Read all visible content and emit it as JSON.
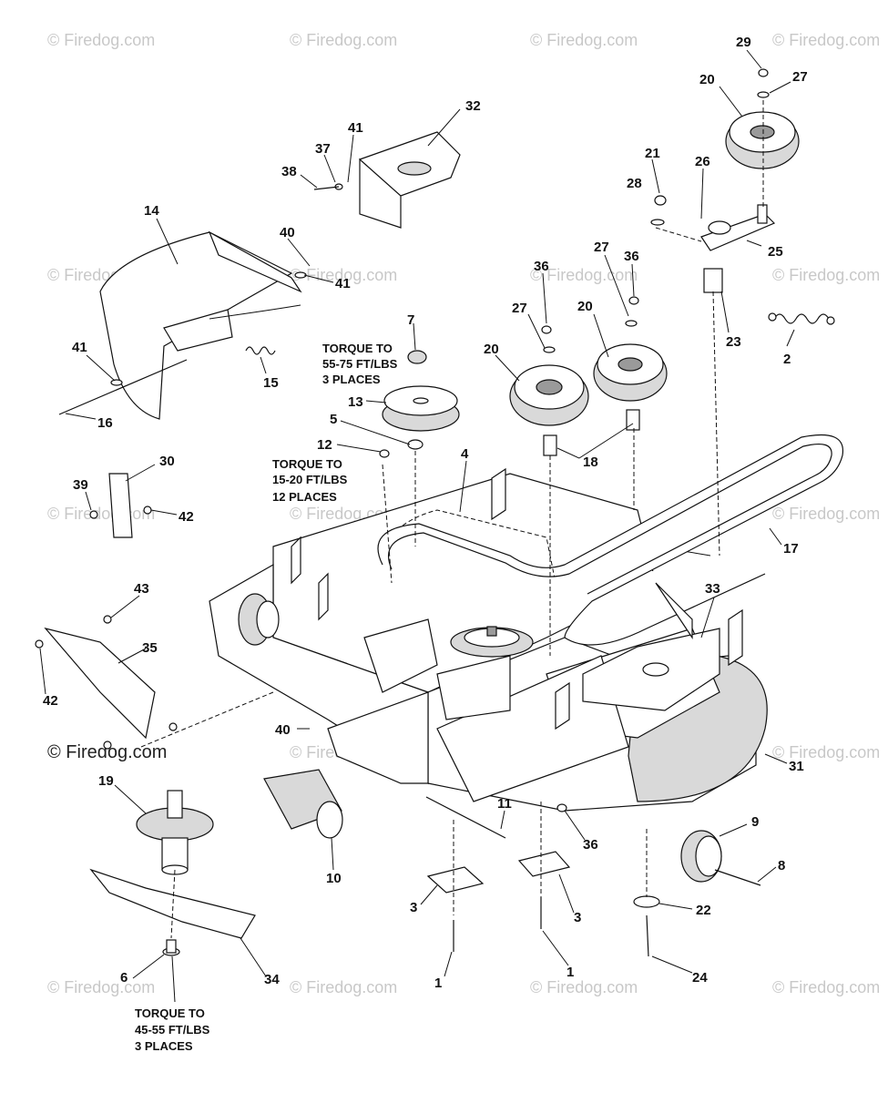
{
  "watermark": {
    "text": "© Firedog.com",
    "main_text": "© Firedog.com"
  },
  "callouts": [
    {
      "id": "c29",
      "label": "29"
    },
    {
      "id": "c27a",
      "label": "27"
    },
    {
      "id": "c20a",
      "label": "20"
    },
    {
      "id": "c32",
      "label": "32"
    },
    {
      "id": "c41a",
      "label": "41"
    },
    {
      "id": "c37",
      "label": "37"
    },
    {
      "id": "c38",
      "label": "38"
    },
    {
      "id": "c21",
      "label": "21"
    },
    {
      "id": "c26",
      "label": "26"
    },
    {
      "id": "c28",
      "label": "28"
    },
    {
      "id": "c14",
      "label": "14"
    },
    {
      "id": "c40a",
      "label": "40"
    },
    {
      "id": "c41b",
      "label": "41"
    },
    {
      "id": "c25",
      "label": "25"
    },
    {
      "id": "c36a",
      "label": "36"
    },
    {
      "id": "c27b",
      "label": "27"
    },
    {
      "id": "c36b",
      "label": "36"
    },
    {
      "id": "c2",
      "label": "2"
    },
    {
      "id": "c27c",
      "label": "27"
    },
    {
      "id": "c20b",
      "label": "20"
    },
    {
      "id": "c7",
      "label": "7"
    },
    {
      "id": "c23",
      "label": "23"
    },
    {
      "id": "c41c",
      "label": "41"
    },
    {
      "id": "c15",
      "label": "15"
    },
    {
      "id": "c20c",
      "label": "20"
    },
    {
      "id": "c13",
      "label": "13"
    },
    {
      "id": "c16",
      "label": "16"
    },
    {
      "id": "c5",
      "label": "5"
    },
    {
      "id": "c12",
      "label": "12"
    },
    {
      "id": "c18",
      "label": "18"
    },
    {
      "id": "c30",
      "label": "30"
    },
    {
      "id": "c4",
      "label": "4"
    },
    {
      "id": "c39",
      "label": "39"
    },
    {
      "id": "c42a",
      "label": "42"
    },
    {
      "id": "c17",
      "label": "17"
    },
    {
      "id": "c43",
      "label": "43"
    },
    {
      "id": "c33",
      "label": "33"
    },
    {
      "id": "c35",
      "label": "35"
    },
    {
      "id": "c42b",
      "label": "42"
    },
    {
      "id": "c40b",
      "label": "40"
    },
    {
      "id": "c31",
      "label": "31"
    },
    {
      "id": "c19",
      "label": "19"
    },
    {
      "id": "c11",
      "label": "11"
    },
    {
      "id": "c9",
      "label": "9"
    },
    {
      "id": "c36c",
      "label": "36"
    },
    {
      "id": "c10",
      "label": "10"
    },
    {
      "id": "c8",
      "label": "8"
    },
    {
      "id": "c3a",
      "label": "3"
    },
    {
      "id": "c3b",
      "label": "3"
    },
    {
      "id": "c22",
      "label": "22"
    },
    {
      "id": "c6",
      "label": "6"
    },
    {
      "id": "c34",
      "label": "34"
    },
    {
      "id": "c1a",
      "label": "1"
    },
    {
      "id": "c1b",
      "label": "1"
    },
    {
      "id": "c24",
      "label": "24"
    }
  ],
  "notes": {
    "torque_7": [
      "TORQUE TO",
      "55-75 FT/LBS",
      "3 PLACES"
    ],
    "torque_12": [
      "TORQUE TO",
      "15-20 FT/LBS",
      "12 PLACES"
    ],
    "torque_6": [
      "TORQUE TO",
      "45-55 FT/LBS",
      "3 PLACES"
    ]
  }
}
